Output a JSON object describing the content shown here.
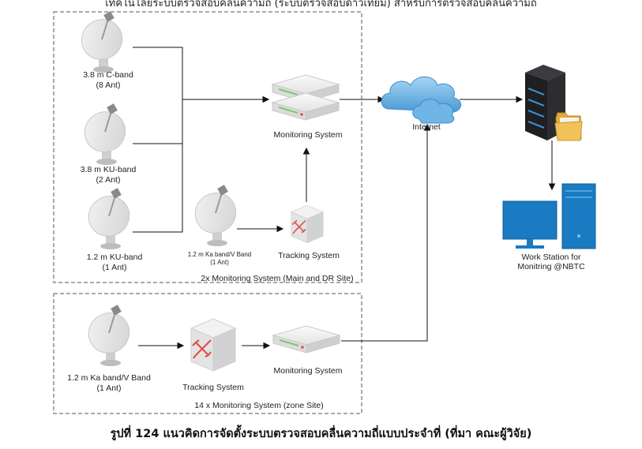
{
  "top_text": "เทคโนโลยีระบบตรวจสอบคลื่นความถี่ (ระบบตรวจสอบดาวเทียม) สำหรับการตรวจสอบคลื่นความถี่",
  "caption": "รูปที่ 124 แนวคิดการจัดตั้งระบบตรวจสอบคลื่นความถี่แบบประจำที่ (ที่มา คณะผู้วิจัย)",
  "antennas": {
    "cband": [
      "3.8 m C-band",
      "(8 Ant)"
    ],
    "kuband": [
      "3.8 m KU-band",
      "(2 Ant)"
    ],
    "ku12": [
      "1.2 m KU-band",
      "(1 Ant)"
    ],
    "ka_main": [
      "1.2 m Ka band/V Band",
      "(1 Ant)"
    ],
    "ka_zone": [
      "1.2 m Ka band/V Band",
      "(1 Ant)"
    ]
  },
  "nodes": {
    "monitoring_main": "Monitoring System",
    "tracking_main": "Tracking System",
    "internet": "Internet",
    "workstation": [
      "Work Station for",
      "Monitring @NBTC"
    ],
    "tracking_zone": "Tracking System",
    "monitoring_zone": "Monitoring System"
  },
  "groups": {
    "main": "2x Monitoring System (Main and DR Site)",
    "zone": "14 x Monitoring System (zone Site)"
  },
  "colors": {
    "cloud": "#5aa9dd",
    "server_dark": "#1f1f22",
    "workstation": "#1a7bc2",
    "tracking_arrows": "#e0504a",
    "dish": "#e6e6e6"
  }
}
